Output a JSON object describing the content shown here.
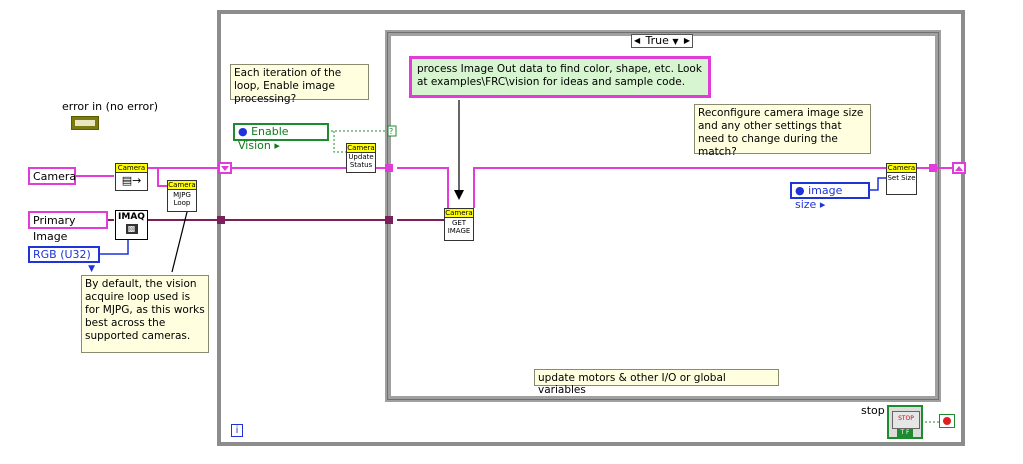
{
  "controls": {
    "error_in": "error in (no error)",
    "camera": "Camera",
    "primary_image": "Primary Image",
    "rgb": "RGB (U32)",
    "enable_vision": "Enable Vision",
    "image_size": "image size",
    "stop": "stop"
  },
  "vis": {
    "camera_open_hdr": "Camera",
    "mjpg_hdr": "Camera",
    "mjpg_body": "MJPG Loop",
    "imaq": "IMAQ",
    "update_hdr": "Camera",
    "update_body": "Update Status",
    "get_hdr": "Camera",
    "get_body": "GET IMAGE",
    "set_hdr": "Camera",
    "set_body": "Set Size"
  },
  "case_selector": "True",
  "iteration_terminal": "i",
  "stop_button_face": "STOP",
  "stop_button_tf": "T F",
  "comments": {
    "loop_iteration": "Each iteration of the loop, Enable image processing?",
    "default_mjpg": "By default, the vision acquire loop used is for MJPG, as this works best across the supported cameras.",
    "process_image": "process Image Out data to find color, shape, etc.  Look at examples\\FRC\\vision for ideas and sample code.",
    "reconfigure": "Reconfigure camera image size and any other settings that need to change during the match?",
    "update_motors": "update motors & other I/O or global variables"
  },
  "colors": {
    "refnum_wire": "#e03cd9",
    "image_wire": "#7a1f5a",
    "bool_wire": "#1e8c2e",
    "cluster_wire": "#1e34d8",
    "frame_gray": "#8c8c8c"
  }
}
